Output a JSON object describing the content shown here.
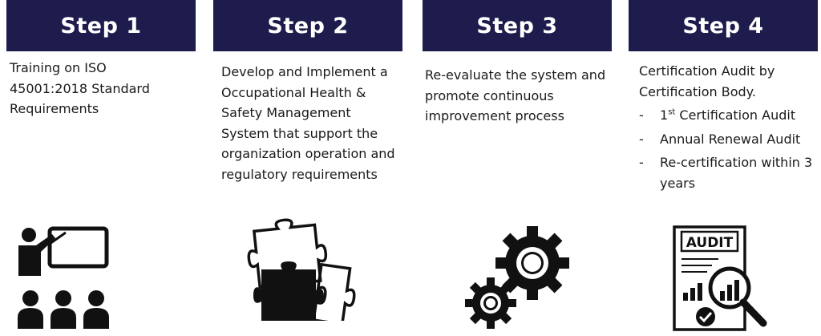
{
  "steps": [
    {
      "title": "Step 1",
      "text": "Training on ISO 45001:2018 Standard Requirements"
    },
    {
      "title": "Step 2",
      "text": "Develop and Implement a Occupational Health & Safety Management System that support the organization operation and regulatory requirements"
    },
    {
      "title": "Step 3",
      "text": "Re-evaluate the system and promote continuous improvement process"
    },
    {
      "title": "Step 4",
      "text": "Certification Audit by Certification Body.",
      "list": [
        {
          "dash": "-",
          "sup_prefix": "1",
          "sup": "st",
          "text": " Certification Audit"
        },
        {
          "dash": "-",
          "text": "Annual Renewal Audit"
        },
        {
          "dash": "-",
          "text": "Re-certification within 3 years"
        }
      ],
      "audit_label": "AUDIT"
    }
  ],
  "icons": [
    "training-presentation-icon",
    "puzzle-pieces-icon",
    "gears-icon",
    "audit-report-icon"
  ],
  "colors": {
    "banner": "#1d1c4d",
    "text": "#1a1a1a",
    "icon": "#111111"
  }
}
